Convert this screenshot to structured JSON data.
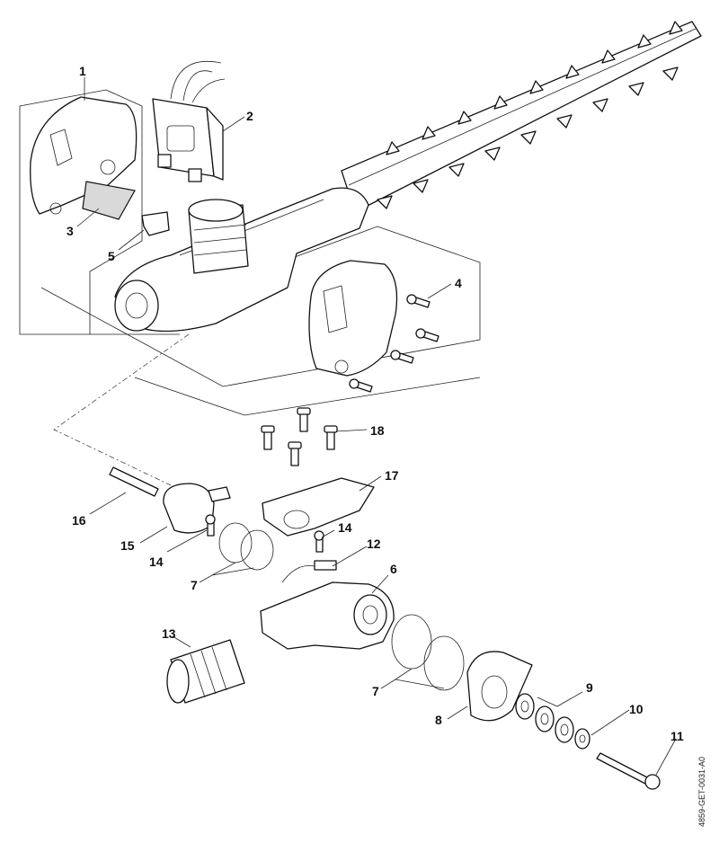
{
  "diagram": {
    "document_id": "4859-GET-0031-A0",
    "callouts": [
      {
        "id": "c1",
        "text": "1"
      },
      {
        "id": "c2",
        "text": "2"
      },
      {
        "id": "c3",
        "text": "3"
      },
      {
        "id": "c4",
        "text": "4"
      },
      {
        "id": "c5",
        "text": "5"
      },
      {
        "id": "c6",
        "text": "6"
      },
      {
        "id": "c7a",
        "text": "7"
      },
      {
        "id": "c7b",
        "text": "7"
      },
      {
        "id": "c8",
        "text": "8"
      },
      {
        "id": "c9",
        "text": "9"
      },
      {
        "id": "c10",
        "text": "10"
      },
      {
        "id": "c11",
        "text": "11"
      },
      {
        "id": "c12",
        "text": "12"
      },
      {
        "id": "c13",
        "text": "13"
      },
      {
        "id": "c14a",
        "text": "14"
      },
      {
        "id": "c14b",
        "text": "14"
      },
      {
        "id": "c15",
        "text": "15"
      },
      {
        "id": "c16",
        "text": "16"
      },
      {
        "id": "c17",
        "text": "17"
      },
      {
        "id": "c18",
        "text": "18"
      }
    ]
  }
}
